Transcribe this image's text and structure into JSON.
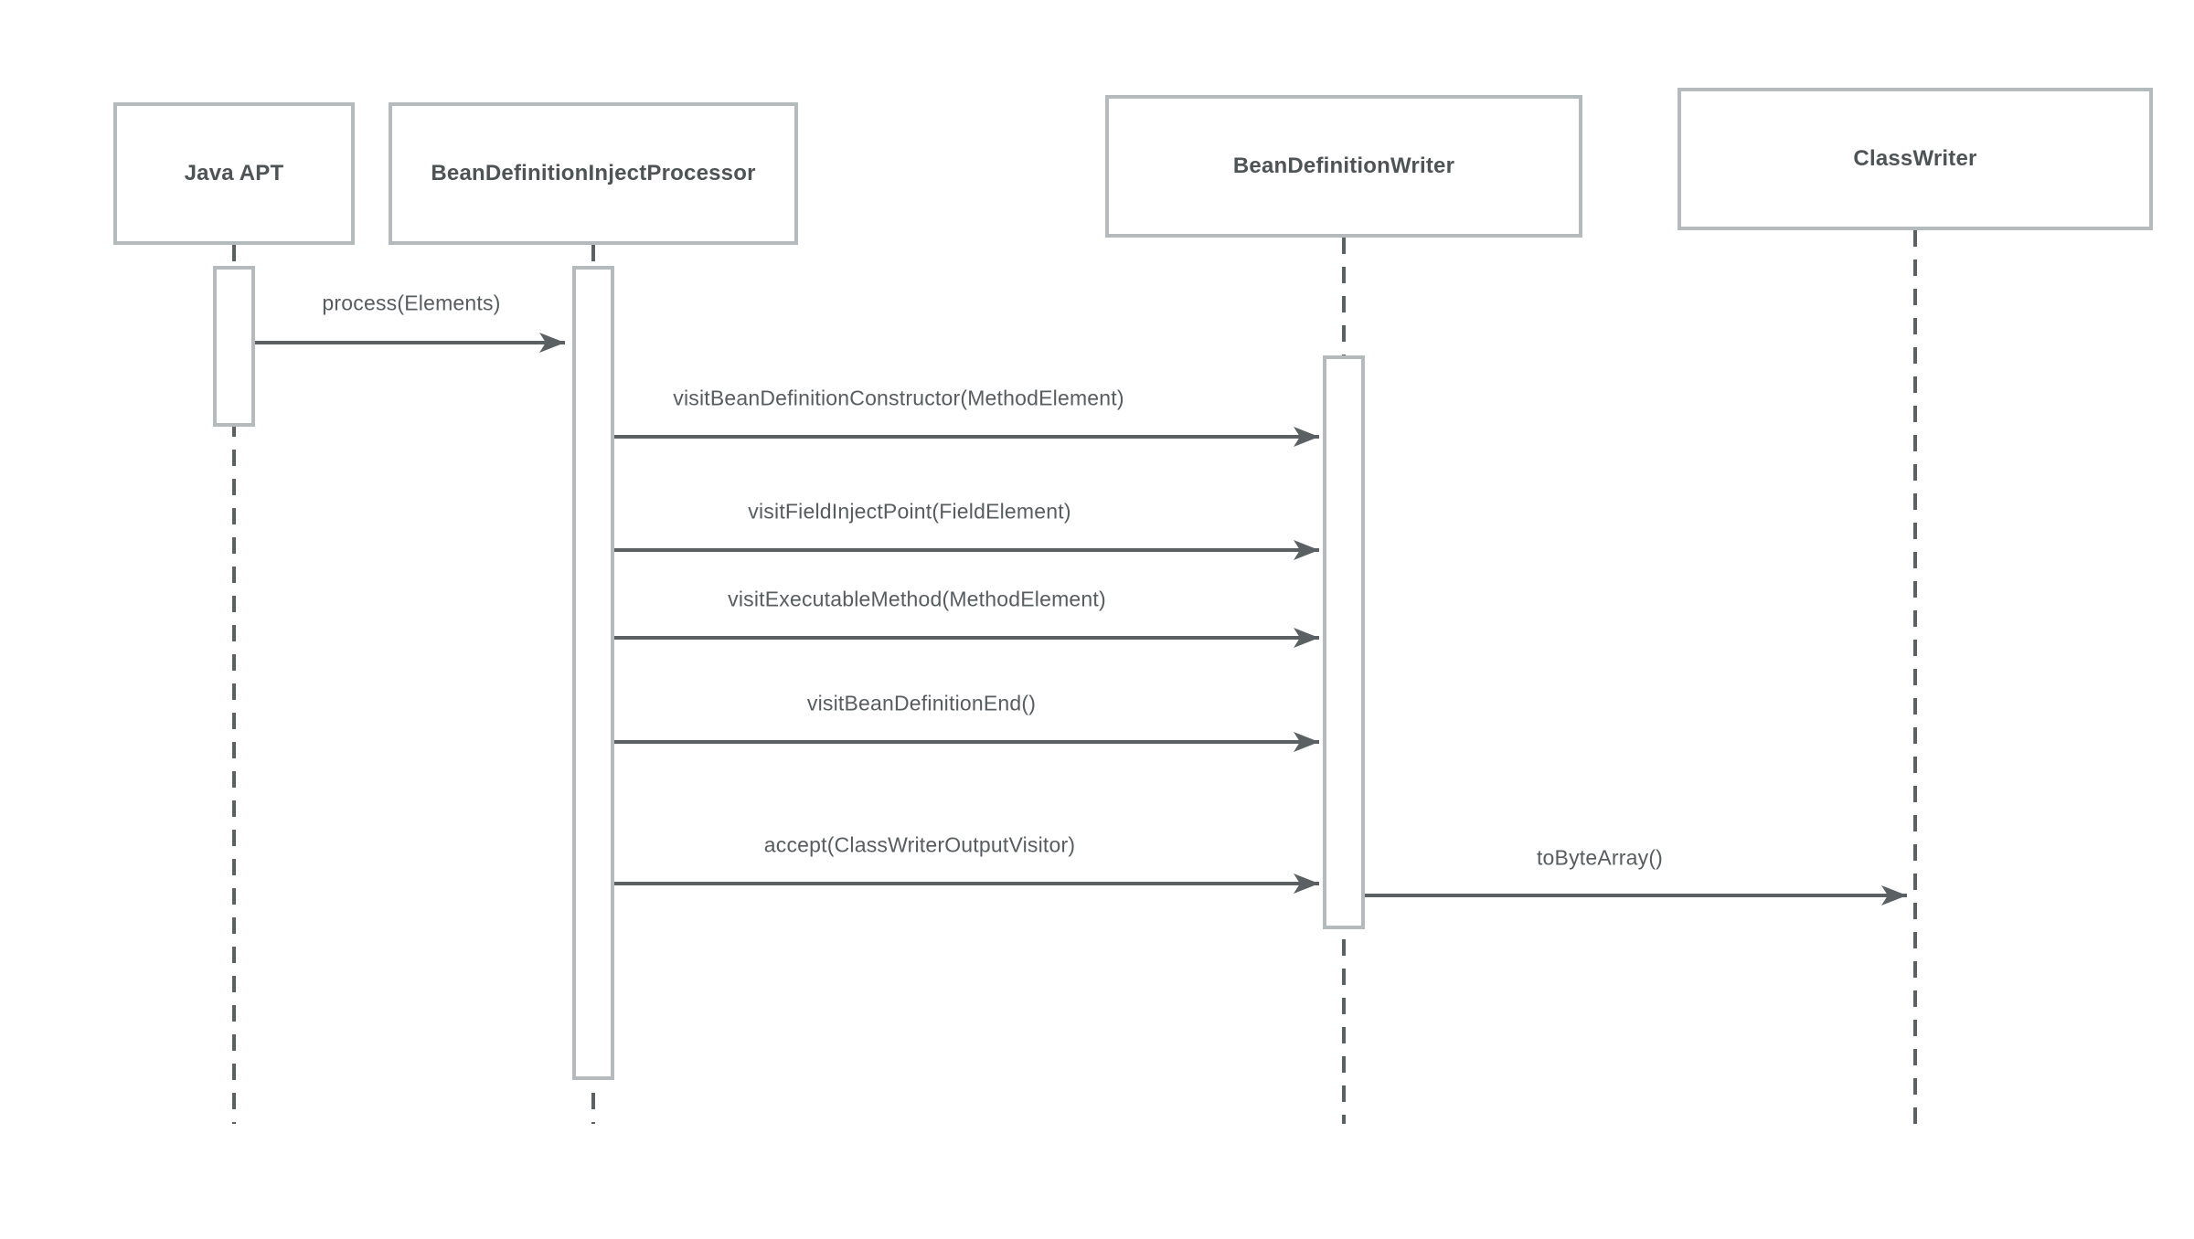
{
  "diagram": {
    "type": "uml-sequence-diagram",
    "participants": [
      {
        "name": "Java APT"
      },
      {
        "name": "BeanDefinitionInjectProcessor"
      },
      {
        "name": "BeanDefinitionWriter"
      },
      {
        "name": "ClassWriter"
      }
    ],
    "messages": [
      {
        "label": "process(Elements)",
        "from": "Java APT",
        "to": "BeanDefinitionInjectProcessor"
      },
      {
        "label": "visitBeanDefinitionConstructor(MethodElement)",
        "from": "BeanDefinitionInjectProcessor",
        "to": "BeanDefinitionWriter"
      },
      {
        "label": "visitFieldInjectPoint(FieldElement)",
        "from": "BeanDefinitionInjectProcessor",
        "to": "BeanDefinitionWriter"
      },
      {
        "label": "visitExecutableMethod(MethodElement)",
        "from": "BeanDefinitionInjectProcessor",
        "to": "BeanDefinitionWriter"
      },
      {
        "label": "visitBeanDefinitionEnd()",
        "from": "BeanDefinitionInjectProcessor",
        "to": "BeanDefinitionWriter"
      },
      {
        "label": "accept(ClassWriterOutputVisitor)",
        "from": "BeanDefinitionInjectProcessor",
        "to": "BeanDefinitionWriter"
      },
      {
        "label": "toByteArray()",
        "from": "BeanDefinitionWriter",
        "to": "ClassWriter"
      }
    ],
    "colors": {
      "background": "#ffffff",
      "box_border": "#b5babd",
      "box_fill": "#ffffff",
      "title_text": "#4e5356",
      "label_text": "#575c5f",
      "line": "#5b6063"
    }
  }
}
